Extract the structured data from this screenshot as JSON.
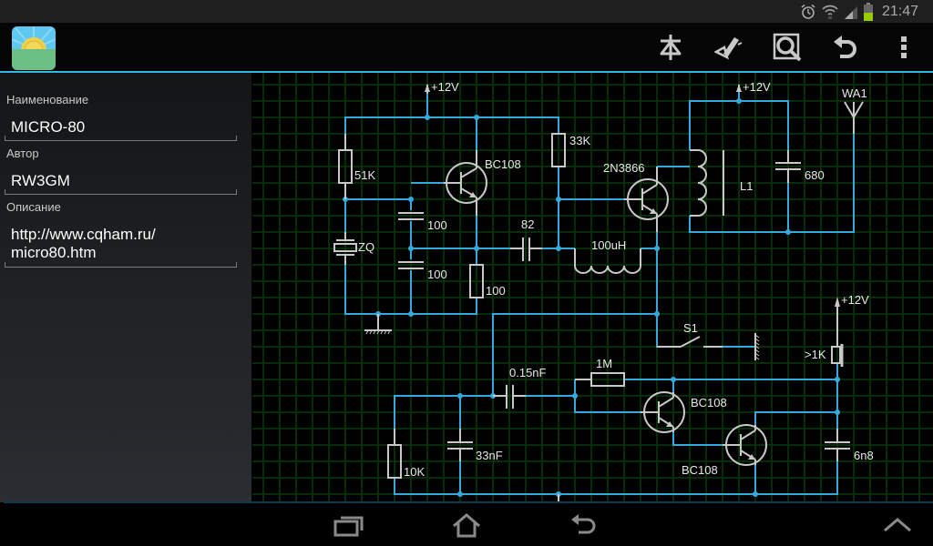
{
  "status_bar": {
    "time": "21:47",
    "icons": [
      "alarm-icon",
      "wifi-icon",
      "signal-icon",
      "battery-icon"
    ],
    "battery_color": "#99cc00"
  },
  "action_bar": {
    "app_icon": "sun-landscape-app-icon",
    "accent_color": "#33b5e5",
    "actions": [
      {
        "name": "component-library",
        "icon": "antenna-symbol-icon"
      },
      {
        "name": "edit-draw",
        "icon": "pencil-icon"
      },
      {
        "name": "zoom",
        "icon": "magnifier-icon"
      },
      {
        "name": "undo",
        "icon": "undo-icon"
      },
      {
        "name": "overflow-menu",
        "icon": "more-vert-icon"
      }
    ]
  },
  "sidebar": {
    "fields": [
      {
        "label": "Наименование",
        "value": "MICRO-80"
      },
      {
        "label": "Автор",
        "value": "RW3GM"
      },
      {
        "label": "Описание",
        "value_lines": [
          "http://www.cqham.ru/",
          "micro80.htm"
        ]
      }
    ]
  },
  "schematic": {
    "wire_color": "#33aadd",
    "component_color": "#c8c8c8",
    "grid_color": "#0a3a0a",
    "labels": {
      "vcc1": "+12V",
      "vcc2": "+12V",
      "vcc3": "+12V",
      "r51k": "51K",
      "zq": "ZQ",
      "q1": "BC108",
      "c100a": "100",
      "c100b": "100",
      "r100": "100",
      "r33k": "33K",
      "c82": "82",
      "q2": "2N3866",
      "l100uh": "100uH",
      "l1": "L1",
      "c680": "680",
      "wa1": "WA1",
      "s1": "S1",
      "r1k": ">1K",
      "r1m": "1M",
      "c015": "0.15nF",
      "q3": "BC108",
      "q4": "BC108",
      "r10k": "10K",
      "c33nf": "33nF",
      "c6n8": "6n8"
    }
  },
  "nav_bar": {
    "buttons": [
      "recent-apps",
      "home",
      "back",
      "menu-up"
    ]
  }
}
